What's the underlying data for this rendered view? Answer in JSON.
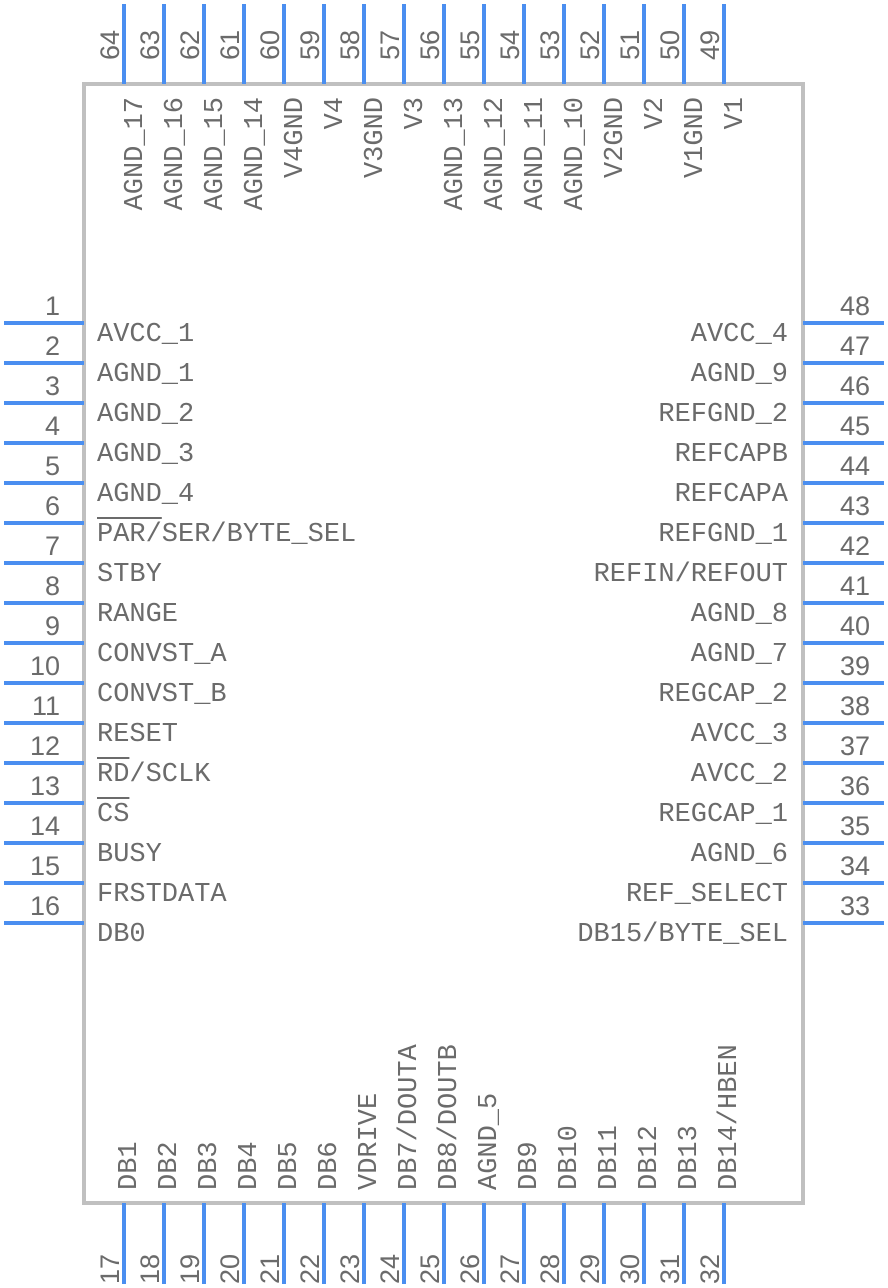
{
  "diagram": {
    "type": "ic-schematic-symbol",
    "pin_color": "#4a8ef0",
    "body_border_color": "#c0c0c0",
    "text_color": "#6b6b6b",
    "left_pins": [
      {
        "number": "1",
        "name": "AVCC_1"
      },
      {
        "number": "2",
        "name": "AGND_1"
      },
      {
        "number": "3",
        "name": "AGND_2"
      },
      {
        "number": "4",
        "name": "AGND_3"
      },
      {
        "number": "5",
        "name": "AGND_4"
      },
      {
        "number": "6",
        "name": "PAR/SER/BYTE_SEL",
        "overbar": "PAR/"
      },
      {
        "number": "7",
        "name": "STBY"
      },
      {
        "number": "8",
        "name": "RANGE"
      },
      {
        "number": "9",
        "name": "CONVST_A"
      },
      {
        "number": "10",
        "name": "CONVST_B"
      },
      {
        "number": "11",
        "name": "RESET"
      },
      {
        "number": "12",
        "name": "RD/SCLK",
        "overbar": "RD"
      },
      {
        "number": "13",
        "name": "CS",
        "overbar": "CS"
      },
      {
        "number": "14",
        "name": "BUSY"
      },
      {
        "number": "15",
        "name": "FRSTDATA"
      },
      {
        "number": "16",
        "name": "DB0"
      }
    ],
    "right_pins": [
      {
        "number": "48",
        "name": "AVCC_4"
      },
      {
        "number": "47",
        "name": "AGND_9"
      },
      {
        "number": "46",
        "name": "REFGND_2"
      },
      {
        "number": "45",
        "name": "REFCAPB"
      },
      {
        "number": "44",
        "name": "REFCAPA"
      },
      {
        "number": "43",
        "name": "REFGND_1"
      },
      {
        "number": "42",
        "name": "REFIN/REFOUT"
      },
      {
        "number": "41",
        "name": "AGND_8"
      },
      {
        "number": "40",
        "name": "AGND_7"
      },
      {
        "number": "39",
        "name": "REGCAP_2"
      },
      {
        "number": "38",
        "name": "AVCC_3"
      },
      {
        "number": "37",
        "name": "AVCC_2"
      },
      {
        "number": "36",
        "name": "REGCAP_1"
      },
      {
        "number": "35",
        "name": "AGND_6"
      },
      {
        "number": "34",
        "name": "REF_SELECT"
      },
      {
        "number": "33",
        "name": "DB15/BYTE_SEL"
      }
    ],
    "top_pins": [
      {
        "number": "64",
        "name": "AGND_17"
      },
      {
        "number": "63",
        "name": "AGND_16"
      },
      {
        "number": "62",
        "name": "AGND_15"
      },
      {
        "number": "61",
        "name": "AGND_14"
      },
      {
        "number": "60",
        "name": "V4GND"
      },
      {
        "number": "59",
        "name": "V4"
      },
      {
        "number": "58",
        "name": "V3GND"
      },
      {
        "number": "57",
        "name": "V3"
      },
      {
        "number": "56",
        "name": "AGND_13"
      },
      {
        "number": "55",
        "name": "AGND_12"
      },
      {
        "number": "54",
        "name": "AGND_11"
      },
      {
        "number": "53",
        "name": "AGND_10"
      },
      {
        "number": "52",
        "name": "V2GND"
      },
      {
        "number": "51",
        "name": "V2"
      },
      {
        "number": "50",
        "name": "V1GND"
      },
      {
        "number": "49",
        "name": "V1"
      }
    ],
    "bottom_pins": [
      {
        "number": "17",
        "name": "DB1"
      },
      {
        "number": "18",
        "name": "DB2"
      },
      {
        "number": "19",
        "name": "DB3"
      },
      {
        "number": "20",
        "name": "DB4"
      },
      {
        "number": "21",
        "name": "DB5"
      },
      {
        "number": "22",
        "name": "DB6"
      },
      {
        "number": "23",
        "name": "VDRIVE"
      },
      {
        "number": "24",
        "name": "DB7/DOUTA"
      },
      {
        "number": "25",
        "name": "DB8/DOUTB"
      },
      {
        "number": "26",
        "name": "AGND_5"
      },
      {
        "number": "27",
        "name": "DB9"
      },
      {
        "number": "28",
        "name": "DB10"
      },
      {
        "number": "29",
        "name": "DB11"
      },
      {
        "number": "30",
        "name": "DB12"
      },
      {
        "number": "31",
        "name": "DB13"
      },
      {
        "number": "32",
        "name": "DB14/HBEN"
      }
    ]
  }
}
